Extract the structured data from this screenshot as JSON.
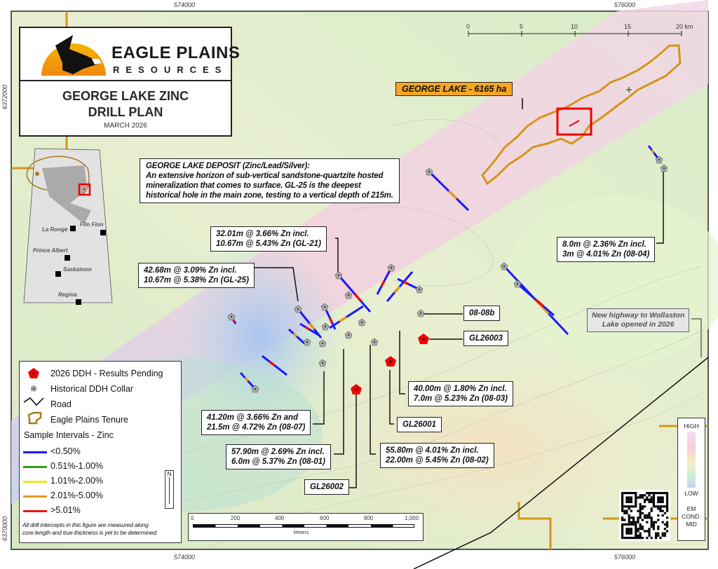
{
  "coords": {
    "top": [
      "574000",
      "576000"
    ],
    "bottom": [
      "574000",
      "576000"
    ],
    "left": [
      "6372000",
      "6370000"
    ]
  },
  "title": {
    "company_line1": "EAGLE PLAINS",
    "company_line2": "RESOURCES",
    "heading_line1": "GEORGE LAKE ZINC",
    "heading_line2": "DRILL PLAN",
    "date": "MARCH 2026"
  },
  "inset": {
    "cities": [
      "La Ronge",
      "Flin Flon",
      "Prince Albert",
      "Saskatoon",
      "Regina"
    ]
  },
  "km_scale": {
    "ticks": [
      "0",
      "5",
      "10",
      "15",
      "20 km"
    ]
  },
  "m_scale": {
    "ticks": [
      "0",
      "200",
      "400",
      "600",
      "800",
      "1,000"
    ],
    "unit": "Meters"
  },
  "tenure_label": "GEORGE LAKE - 6165 ha",
  "deposit": {
    "heading": "GEORGE LAKE DEPOSIT (Zinc/Lead/Silver):",
    "body": [
      "An extensive horizon of sub-vertical sandstone-quartzite hosted",
      "mineralization that comes to surface. GL-25 is the deepest",
      "historical hole in the main zone, testing to a vertical depth of 215m."
    ]
  },
  "callouts": {
    "gl21": [
      "32.01m @ 3.66% Zn incl.",
      "10.67m @ 5.43% Zn (GL-21)"
    ],
    "gl25": [
      "42.68m @ 3.09% Zn incl.",
      "10.67m @ 5.38% Zn (GL-25)"
    ],
    "h0804": [
      "8.0m @ 2.36% Zn incl.",
      "3m @ 4.01% Zn (08-04)"
    ],
    "h0808b": "08-08b",
    "gl26003": "GL26003",
    "h0803": [
      "40.00m @ 1.80% Zn incl.",
      "7.0m @ 5.23% Zn (08-03)"
    ],
    "gl26001": "GL26001",
    "h0807": [
      "41.20m @ 3.66% Zn and",
      "21.5m @ 4.72% Zn (08-07)"
    ],
    "h0801": [
      "57.90m @ 2.69% Zn incl.",
      "6.0m @ 5.37% Zn (08-01)"
    ],
    "h0802": [
      "55.80m @ 4.01% Zn incl.",
      "22.00m @ 5.45% Zn (08-02)"
    ],
    "gl26002": "GL26002",
    "highway": [
      "New highway to Wollaston",
      "Lake opened in 2026"
    ]
  },
  "legend": {
    "items": [
      "2026 DDH - Results Pending",
      "Historical DDH Collar",
      "Road",
      "Eagle Plains Tenure"
    ],
    "intervals_title": "Sample Intervals - Zinc",
    "intervals": [
      {
        "label": "<0.50%",
        "color": "#1a1aff"
      },
      {
        "label": "0.51%-1.00%",
        "color": "#2e9e1e"
      },
      {
        "label": "1.01%-2.00%",
        "color": "#e8e820"
      },
      {
        "label": "2.01%-5.00%",
        "color": "#e09a20"
      },
      {
        "label": ">5.01%",
        "color": "#ee1111"
      }
    ],
    "note": [
      "All drill intercepts in this figure are measured along",
      "core length and true thickness is yet to be determined."
    ],
    "north": "N"
  },
  "em_legend": {
    "high": "HIGH",
    "low": "LOW",
    "title": [
      "EM",
      "COND.",
      "MID"
    ]
  },
  "colors": {
    "tenure": "#d4951a",
    "pending": "#ee0000",
    "collar": "#aaaaaa"
  }
}
